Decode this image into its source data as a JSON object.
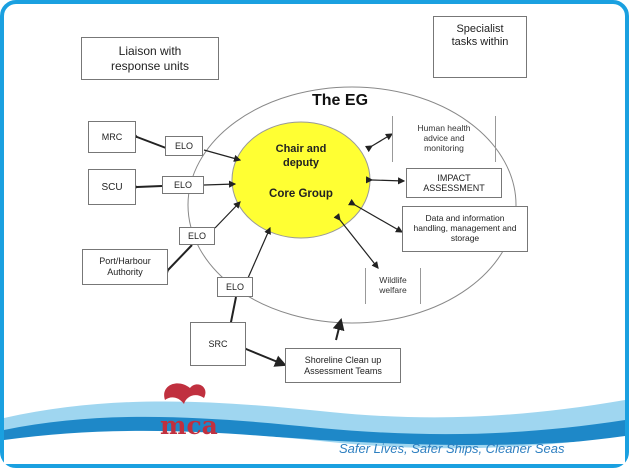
{
  "diagram": {
    "liaison": "Liaison with response units",
    "specialist": "Specialist tasks within",
    "eg_title": "The EG",
    "core_line1": "Chair and deputy",
    "core_line2": "Core Group",
    "mrc": "MRC",
    "scu": "SCU",
    "port": "Port/Harbour Authority",
    "src": "SRC",
    "elo": "ELO",
    "human_health": "Human health advice and monitoring",
    "impact": "IMPACT ASSESSMENT",
    "data_info": "Data and information handling, management and storage",
    "wildlife": "Wildlife welfare",
    "shoreline": "Shoreline Clean up Assessment Teams"
  },
  "footer": {
    "logo": "mca",
    "tagline": "Safer Lives, Safer Ships, Cleaner Seas"
  },
  "colors": {
    "frame": "#1aa0e0",
    "core_fill": "#ffff33",
    "wave_dark": "#1e88c8",
    "wave_light": "#7cc8ea",
    "logo_red": "#c0303f"
  }
}
